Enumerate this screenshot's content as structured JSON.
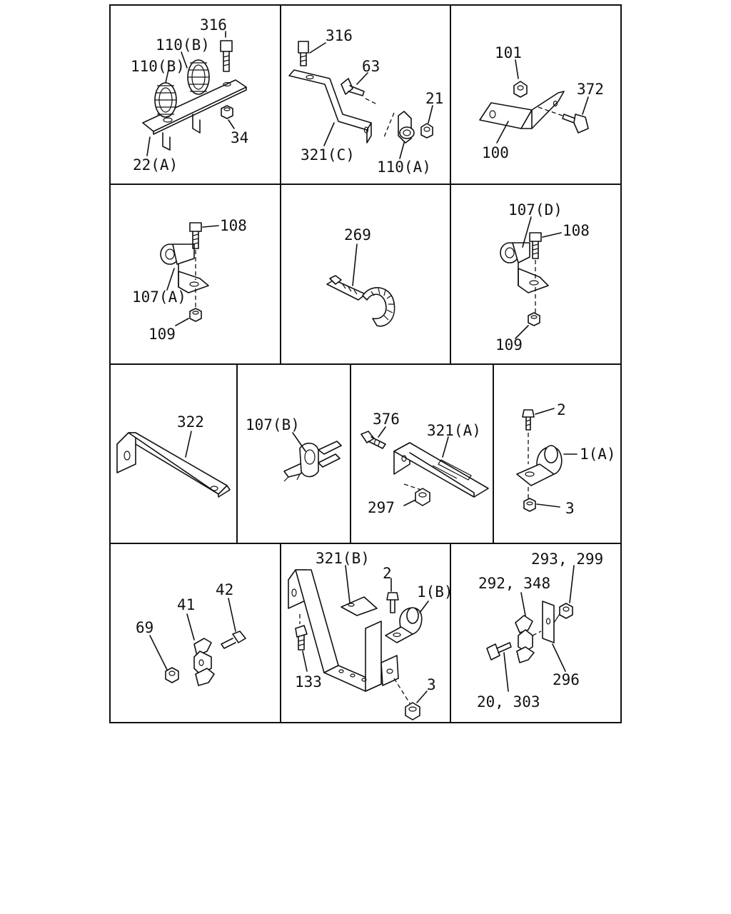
{
  "callouts": {
    "c316a": "316",
    "c110b_1": "110(B)",
    "c110b_2": "110(B)",
    "c34": "34",
    "c22a": "22(A)",
    "c316b": "316",
    "c63": "63",
    "c21": "21",
    "c321c": "321(C)",
    "c110a": "110(A)",
    "c101": "101",
    "c372": "372",
    "c100": "100",
    "c108a": "108",
    "c107a": "107(A)",
    "c109a": "109",
    "c269": "269",
    "c107d": "107(D)",
    "c108b": "108",
    "c109b": "109",
    "c322": "322",
    "c107b": "107(B)",
    "c376": "376",
    "c321a": "321(A)",
    "c297": "297",
    "c2a": "2",
    "c1a": "1(A)",
    "c3a": "3",
    "c42": "42",
    "c41": "41",
    "c69": "69",
    "c321b": "321(B)",
    "c2b": "2",
    "c1b": "1(B)",
    "c133": "133",
    "c3b": "3",
    "c293": "293, 299",
    "c292": "292, 348",
    "c296": "296",
    "c20": "20, 303"
  }
}
